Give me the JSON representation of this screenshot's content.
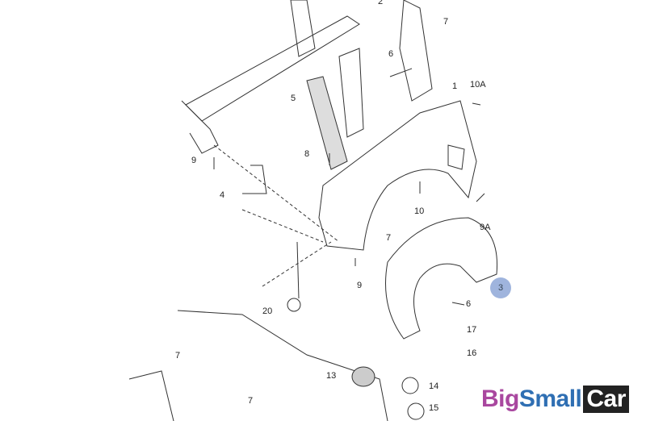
{
  "diagram": {
    "callouts": [
      "2",
      "7",
      "6",
      "1",
      "10A",
      "5",
      "9",
      "8",
      "4",
      "10",
      "9A",
      "7",
      "6",
      "9",
      "20",
      "17",
      "16",
      "7",
      "13",
      "14",
      "7",
      "15"
    ],
    "highlighted_callout": "3"
  },
  "watermark": {
    "part1": "Big",
    "part2": "Small",
    "part3": "Car"
  },
  "colors": {
    "highlight": "#8fa8d8",
    "logo_purple": "#a9479f",
    "logo_blue": "#2f6fb3",
    "logo_dark": "#222222"
  }
}
